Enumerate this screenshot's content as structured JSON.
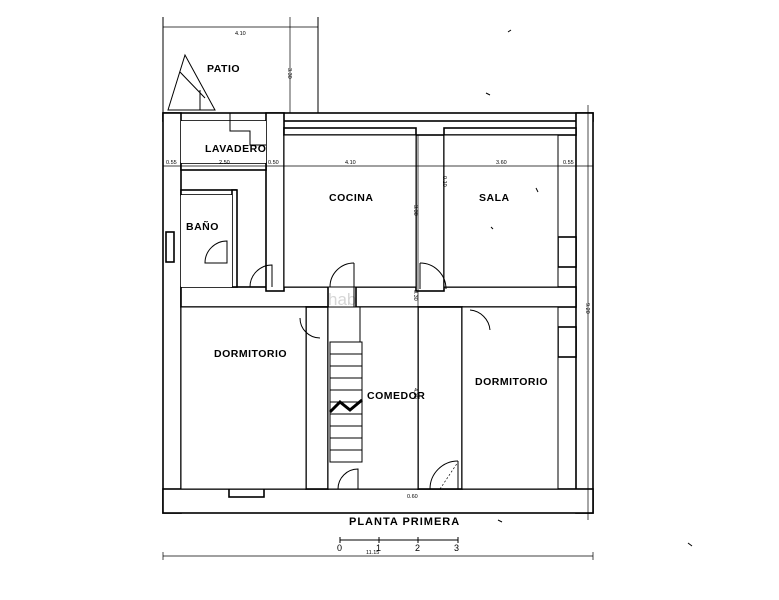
{
  "title": "PLANTA PRIMERA",
  "watermark": "habitaclia",
  "rooms": {
    "patio": "PATIO",
    "lavadero": "LAVADERO",
    "bano": "BAÑO",
    "cocina": "COCINA",
    "sala": "SALA",
    "dormitorio_left": "DORMITORIO",
    "comedor": "COMEDOR",
    "dormitorio_right": "DORMITORIO"
  },
  "dimensions": {
    "patio_width": "4.10",
    "patio_depth": "3.30",
    "left_margin": "0.55",
    "lavadero_width": "2.50",
    "wall_gap": "0.50",
    "cocina_width": "4.10",
    "cocina_sala_gap": "0.10",
    "sala_width": "3.60",
    "right_margin": "0.55",
    "cocina_depth": "3.30",
    "corridor_gap": "0.30",
    "comedor_depth": "4.30",
    "bottom_gap": "0.60",
    "overall_depth": "9.20",
    "overall_width": "11.15"
  },
  "scale": {
    "ticks": [
      "0",
      "1",
      "2",
      "3"
    ]
  }
}
